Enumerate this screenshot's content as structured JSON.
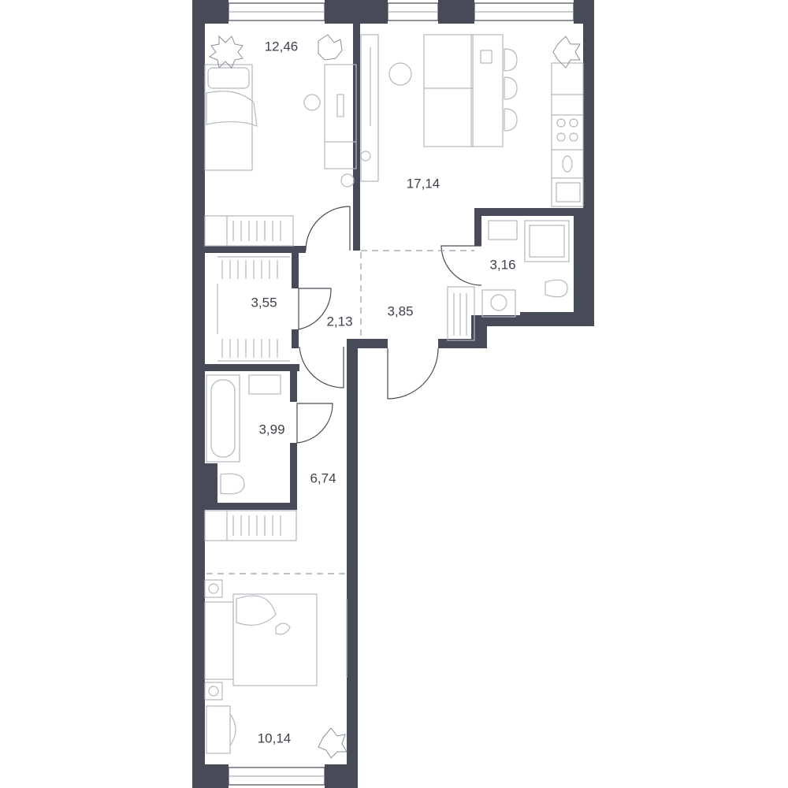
{
  "rooms": {
    "bedroom_1": {
      "area": "12,46"
    },
    "living_kitchen": {
      "area": "17,14"
    },
    "bathroom_1": {
      "area": "3,16"
    },
    "wardrobe": {
      "area": "3,55"
    },
    "corridor_1": {
      "area": "2,13"
    },
    "hall": {
      "area": "3,85"
    },
    "bathroom_2": {
      "area": "3,99"
    },
    "corridor_2": {
      "area": "6,74"
    },
    "bedroom_2": {
      "area": "10,14"
    }
  },
  "colors": {
    "wall": "#464b57",
    "furniture": "#b4b8c0",
    "text": "#3d424d",
    "background": "#ffffff"
  }
}
